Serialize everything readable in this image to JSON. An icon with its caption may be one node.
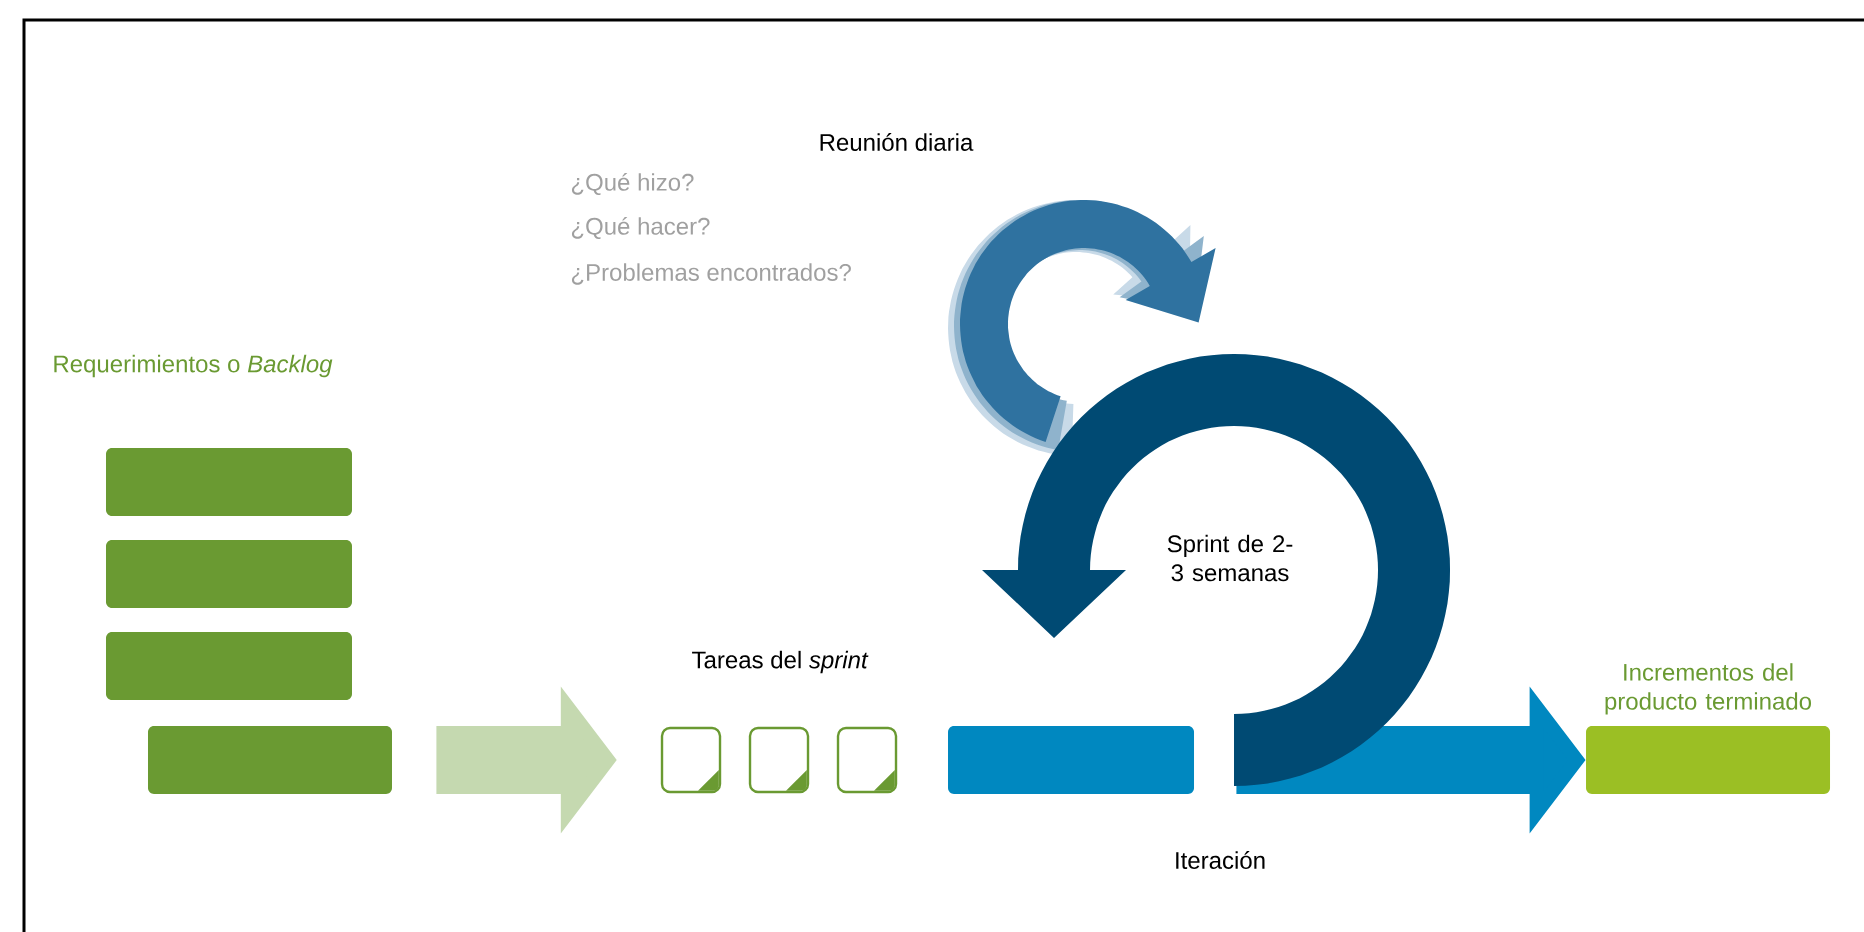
{
  "diagram": {
    "nodes": [
      {
        "text": [],
        "shape": "bar"
      },
      {
        "text": [],
        "shape": "bar"
      },
      {
        "text": [],
        "shape": "bar"
      },
      {
        "text": [],
        "shape": "bar"
      },
      {
        "text": [],
        "shape": "box"
      },
      {
        "text": [],
        "shape": "box"
      },
      {
        "text": [],
        "shape": "box"
      },
      {
        "text": [],
        "shape": "bar"
      },
      {
        "text": [
          "Incrementos del producto terminado"
        ]
      }
    ],
    "edges": [
      {
        "from": 3,
        "to": 4,
        "arrow": "to",
        "color": "#c5d9b0"
      },
      {
        "from": 7,
        "to": 8,
        "arrow": "to",
        "color": "#0088c0"
      }
    ],
    "labels": [
      "Reunión diaria",
      "¿Qué hizo?",
      "¿Qué hacer?",
      "¿Problemas encontrados?",
      "Requerimientos o *Backlog*",
      "Sprint de 2-3 semanas",
      "Tareas del *sprint*",
      "Iteración"
    ]
  }
}
